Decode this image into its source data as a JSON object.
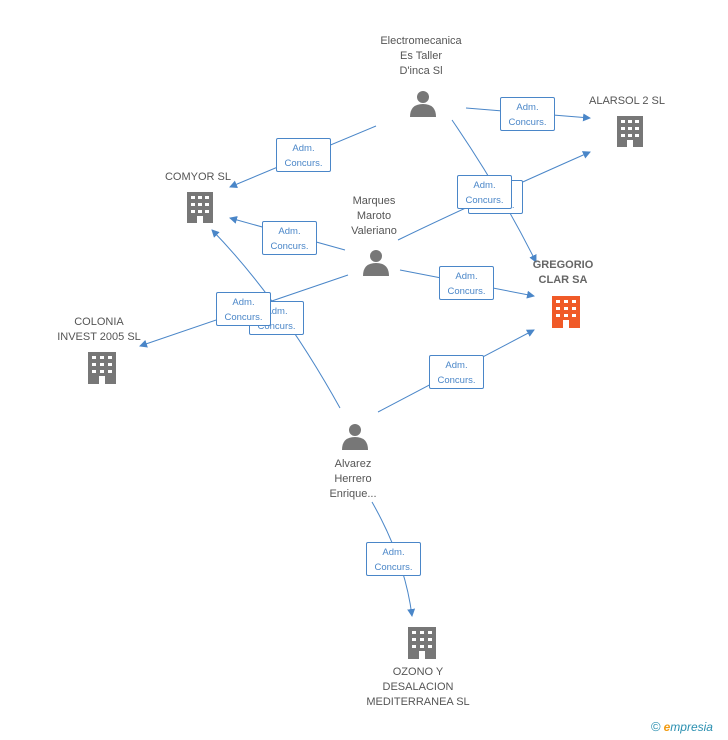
{
  "nodes": {
    "electromecanica": {
      "lines": [
        "Electromecanica",
        "Es Taller",
        "D'inca Sl"
      ],
      "type": "person"
    },
    "marques": {
      "lines": [
        "Marques",
        "Maroto",
        "Valeriano"
      ],
      "type": "person"
    },
    "alvarez": {
      "lines": [
        "Alvarez",
        "Herrero",
        "Enrique..."
      ],
      "type": "person"
    },
    "alarsol": {
      "lines": [
        "ALARSOL 2 SL"
      ],
      "type": "company"
    },
    "comyor": {
      "lines": [
        "COMYOR SL"
      ],
      "type": "company"
    },
    "gregorio": {
      "lines": [
        "GREGORIO",
        "CLAR SA"
      ],
      "type": "company-main"
    },
    "colonia": {
      "lines": [
        "COLONIA",
        "INVEST 2005 SL"
      ],
      "type": "company"
    },
    "ozono": {
      "lines": [
        "OZONO Y",
        "DESALACION",
        "MEDITERRANEA SL"
      ],
      "type": "company"
    }
  },
  "edge_label": {
    "line1": "Adm.",
    "line2": "Concurs."
  },
  "colors": {
    "edge": "#4a86c8",
    "person": "#777777",
    "company": "#777777",
    "main": "#f05a28"
  },
  "footer": {
    "copyright": "©",
    "brand_initial": "e",
    "brand_rest": "mpresia"
  }
}
